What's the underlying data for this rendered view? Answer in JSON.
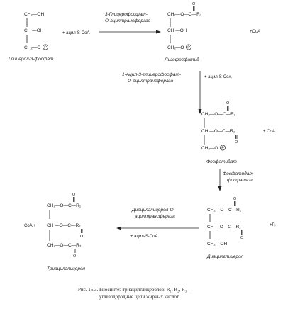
{
  "texts": {
    "g3p_ch2": "CH₂—OH",
    "g3p_ch": "CH —OH",
    "g3p_ch2p": "CH₂—O",
    "g3p_p": "P",
    "g3p_name": "Глицерол-3-фосфат",
    "acyl_coa_1": "+ ацил-S-CoA",
    "enz1_a": "3-Глицерофосфат-",
    "enz1_b": "О-ацилтрансфераза",
    "lpa_top": "CH₂—O—C—R₁",
    "lpa_o": "O",
    "lpa_ch": "CH —OH",
    "lpa_ch2p": "CH₂—O",
    "lpa_p": "P",
    "lpa_name": "Лизофосфатид",
    "coa_1": "+CoA",
    "enz2_a": "1-Ацил-3-глицерофосфат-",
    "enz2_b": "О-ацилтрансфераза",
    "acyl_coa_2": "+ ацил-S-CoA",
    "pa_o1": "O",
    "pa_top": "CH₂—O—C—R₁",
    "pa_mid": "CH —O—C—R₂",
    "pa_o2": "O",
    "pa_coa": "+ CoA",
    "pa_bottom": "CH₂—O",
    "pa_p": "P",
    "pa_name": "Фосфатидат",
    "enz3_a": "Фосфатидат-",
    "enz3_b": "фосфатаза",
    "dag_o1": "O",
    "dag_top": "CH₂—O—C—R₁",
    "dag_mid": "CH —O—C—R₂",
    "dag_o2": "O",
    "dag_pi": "+Pᵢ",
    "dag_bottom": "CH₂—OH",
    "dag_name": "Диацилглицерол",
    "enz4_a": "Диацилглицерол-О-",
    "enz4_b": "ацилтрансфераза",
    "acyl_coa_3": "+ ацил-S-CoA",
    "tag_o1": "O",
    "tag_top": "CH₂—O—C—R₁",
    "tag_coa": "CoA +",
    "tag_mid": "CH —O—C—R₂",
    "tag_o2": "O",
    "tag_bottom": "CH₂—O—C—R₃",
    "tag_o3": "O",
    "tag_name": "Триацилглицерол",
    "caption_1": "Рис. 15.3. Биосинтез триацилглицеролов: R₁, R₂, R₃ —",
    "caption_2": "углеводородные цепи жирных кислот"
  }
}
